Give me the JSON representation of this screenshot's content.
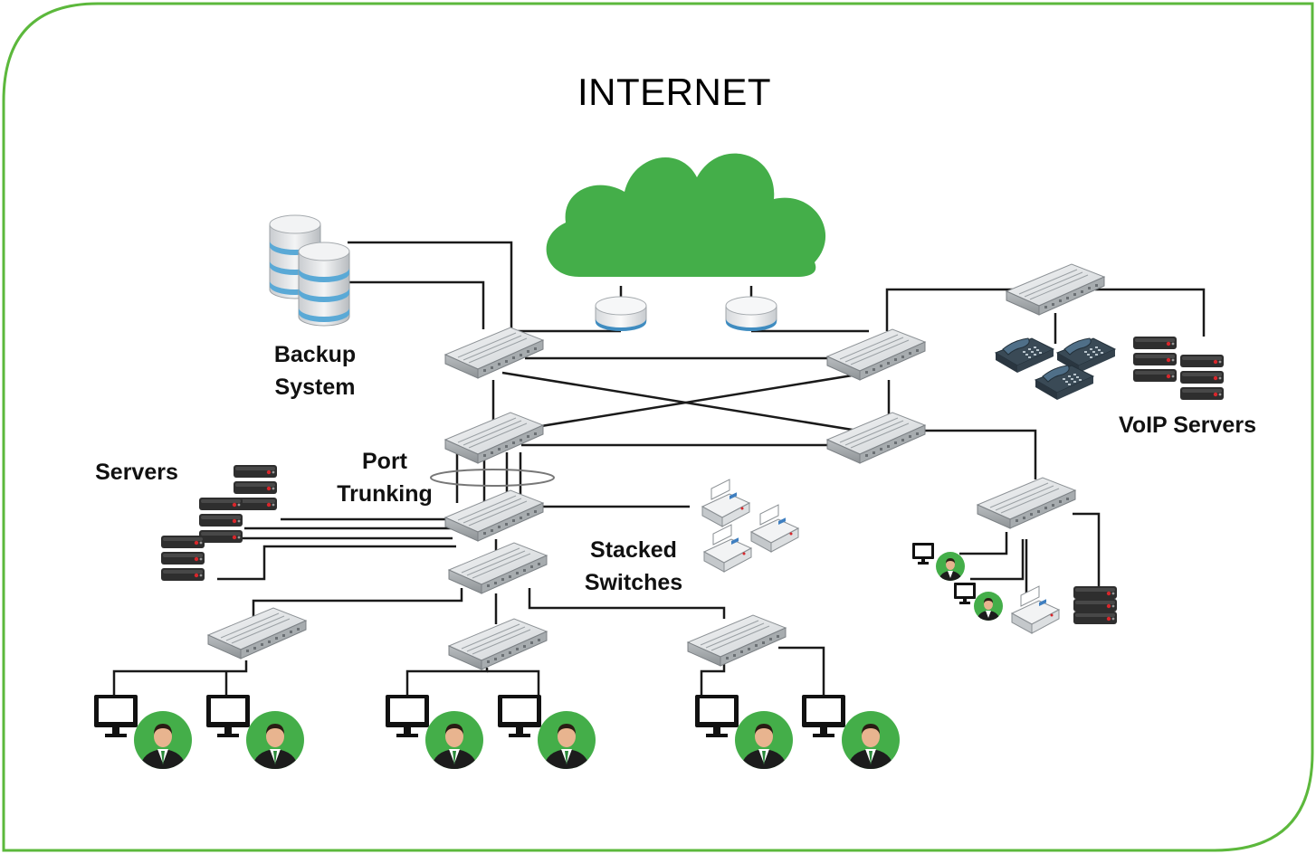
{
  "title": "INTERNET",
  "labels": {
    "backup_line1": "Backup",
    "backup_line2": "System",
    "servers": "Servers",
    "port_line1": "Port",
    "port_line2": "Trunking",
    "stacked_line1": "Stacked",
    "stacked_line2": "Switches",
    "voip": "VoIP Servers"
  },
  "colors": {
    "accent_green": "#44ae49",
    "frame_green": "#5cb83c",
    "line": "#1a1a1a",
    "server_dark": "#2b2b2b",
    "server_light": "#4a4a4a",
    "led_red": "#d8262b"
  }
}
